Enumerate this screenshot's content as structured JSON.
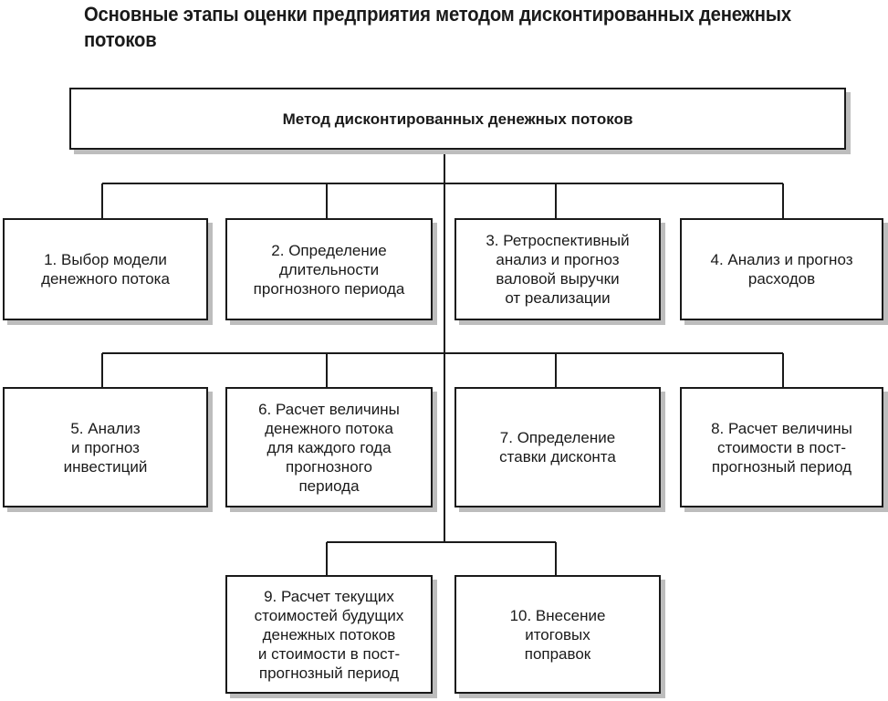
{
  "title": "Основные этапы оценки предприятия методом дисконтированных денежных потоков",
  "root": "Метод дисконтированных денежных потоков",
  "steps": [
    "1. Выбор модели\nденежного потока",
    "2. Определение\nдлительности\nпрогнозного периода",
    "3. Ретроспективный\nанализ и прогноз\nваловой выручки\nот реализации",
    "4. Анализ и прогноз\nрасходов",
    "5. Анализ\nи прогноз\nинвестиций",
    "6. Расчет величины\nденежного потока\nдля каждого года\nпрогнозного\nпериода",
    "7. Определение\nставки дисконта",
    "8. Расчет величины\nстоимости в пост-\nпрогнозный период",
    "9. Расчет текущих\nстоимостей будущих\nденежных потоков\nи стоимости в пост-\nпрогнозный период",
    "10. Внесение\nитоговых\nпоправок"
  ]
}
